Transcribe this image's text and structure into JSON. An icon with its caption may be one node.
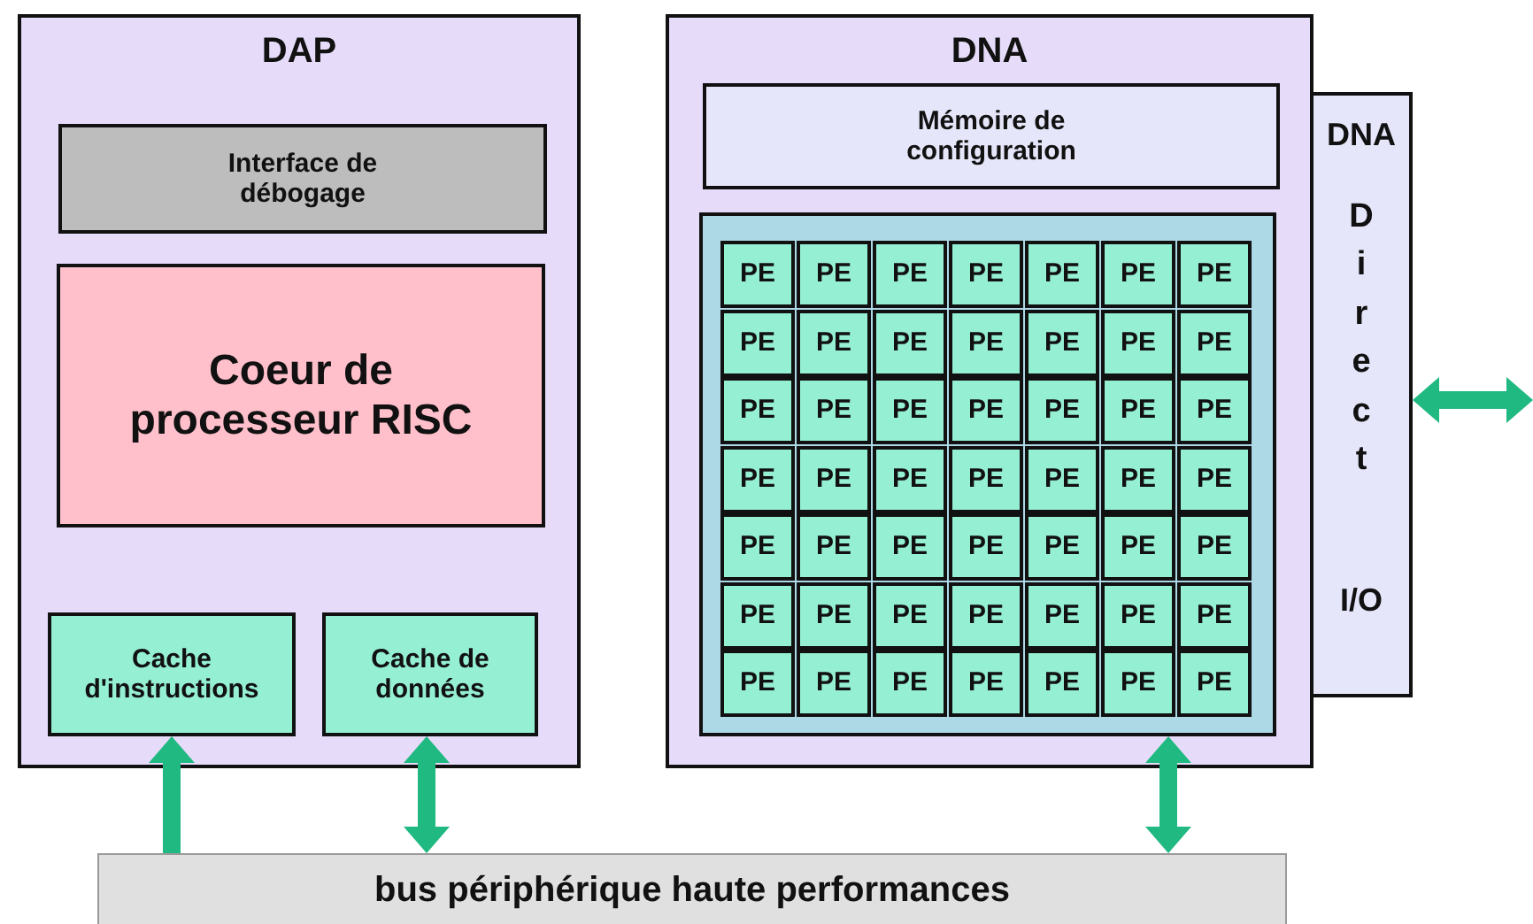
{
  "diagram": {
    "nodes": [
      {
        "text": [
          "DAP"
        ]
      },
      {
        "text": [
          "Interface de débogage"
        ],
        "in": 0
      },
      {
        "text": [
          "Coeur de processeur RISC"
        ],
        "in": 0
      },
      {
        "text": [
          "Cache d'instructions"
        ],
        "in": 0
      },
      {
        "text": [
          "Cache de données"
        ],
        "in": 0
      },
      {
        "text": [
          "DNA"
        ]
      },
      {
        "text": [
          "Mémoire de configuration"
        ],
        "in": 5
      },
      {
        "text": [],
        "shape": "box",
        "in": 5
      },
      {
        "text": [
          "PE"
        ],
        "in": 7
      },
      {
        "text": [
          "PE"
        ],
        "in": 7
      },
      {
        "text": [
          "PE"
        ],
        "in": 7
      },
      {
        "text": [
          "PE"
        ],
        "in": 7
      },
      {
        "text": [
          "PE"
        ],
        "in": 7
      },
      {
        "text": [
          "PE"
        ],
        "in": 7
      },
      {
        "text": [
          "PE"
        ],
        "in": 7
      },
      {
        "text": [
          "PE"
        ],
        "in": 7
      },
      {
        "text": [
          "PE"
        ],
        "in": 7
      },
      {
        "text": [
          "PE"
        ],
        "in": 7
      },
      {
        "text": [
          "PE"
        ],
        "in": 7
      },
      {
        "text": [
          "PE"
        ],
        "in": 7
      },
      {
        "text": [
          "PE"
        ],
        "in": 7
      },
      {
        "text": [
          "PE"
        ],
        "in": 7
      },
      {
        "text": [
          "PE"
        ],
        "in": 7
      },
      {
        "text": [
          "PE"
        ],
        "in": 7
      },
      {
        "text": [
          "PE"
        ],
        "in": 7
      },
      {
        "text": [
          "PE"
        ],
        "in": 7
      },
      {
        "text": [
          "PE"
        ],
        "in": 7
      },
      {
        "text": [
          "PE"
        ],
        "in": 7
      },
      {
        "text": [
          "PE"
        ],
        "in": 7
      },
      {
        "text": [
          "PE"
        ],
        "in": 7
      },
      {
        "text": [
          "PE"
        ],
        "in": 7
      },
      {
        "text": [
          "PE"
        ],
        "in": 7
      },
      {
        "text": [
          "PE"
        ],
        "in": 7
      },
      {
        "text": [
          "PE"
        ],
        "in": 7
      },
      {
        "text": [
          "PE"
        ],
        "in": 7
      },
      {
        "text": [
          "PE"
        ],
        "in": 7
      },
      {
        "text": [
          "PE"
        ],
        "in": 7
      },
      {
        "text": [
          "PE"
        ],
        "in": 7
      },
      {
        "text": [
          "PE"
        ],
        "in": 7
      },
      {
        "text": [
          "PE"
        ],
        "in": 7
      },
      {
        "text": [
          "PE"
        ],
        "in": 7
      },
      {
        "text": [
          "PE"
        ],
        "in": 7
      },
      {
        "text": [
          "PE"
        ],
        "in": 7
      },
      {
        "text": [
          "PE"
        ],
        "in": 7
      },
      {
        "text": [
          "PE"
        ],
        "in": 7
      },
      {
        "text": [
          "PE"
        ],
        "in": 7
      },
      {
        "text": [
          "PE"
        ],
        "in": 7
      },
      {
        "text": [
          "PE"
        ],
        "in": 7
      },
      {
        "text": [
          "PE"
        ],
        "in": 7
      },
      {
        "text": [
          "PE"
        ],
        "in": 7
      },
      {
        "text": [
          "PE"
        ],
        "in": 7
      },
      {
        "text": [
          "PE"
        ],
        "in": 7
      },
      {
        "text": [
          "PE"
        ],
        "in": 7
      },
      {
        "text": [
          "PE"
        ],
        "in": 7
      },
      {
        "text": [
          "PE"
        ],
        "in": 7
      },
      {
        "text": [
          "PE"
        ],
        "in": 7
      },
      {
        "text": [
          "PE"
        ],
        "in": 7
      },
      {
        "text": [
          "DNA",
          "Direct",
          "I/O"
        ]
      },
      {
        "text": [
          "bus périphérique  haute performances"
        ]
      }
    ],
    "edges": [
      {
        "from": 58,
        "to": 3,
        "arrow": "to"
      },
      {
        "from": 58,
        "to": 4,
        "arrow": "both"
      },
      {
        "from": 58,
        "to": 7,
        "arrow": "both"
      },
      {
        "from": 57,
        "to": null,
        "arrow": "both"
      }
    ]
  }
}
